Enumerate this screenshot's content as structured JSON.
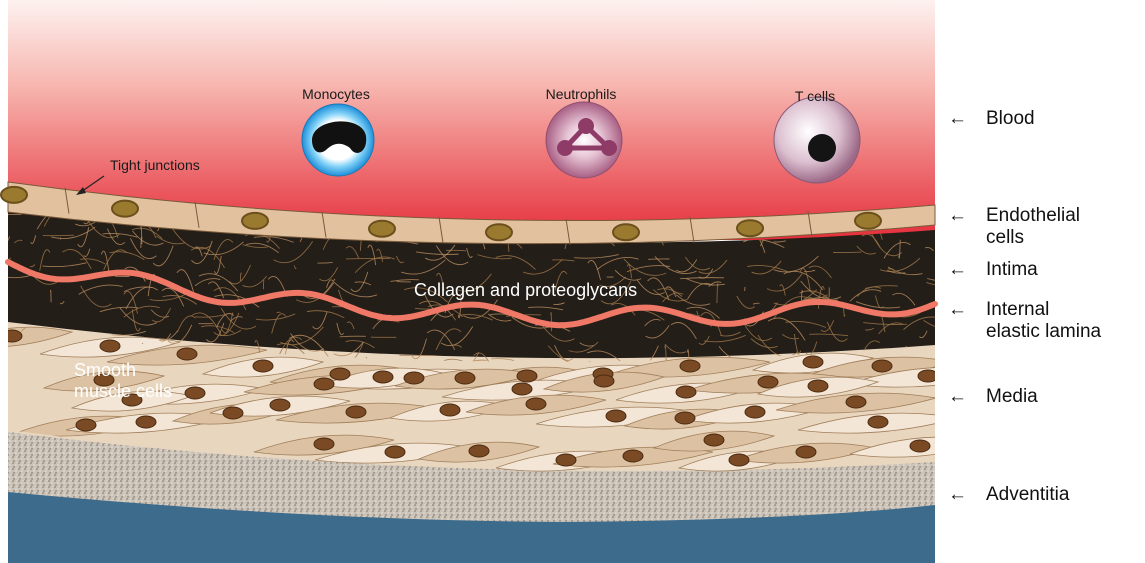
{
  "cells": {
    "monocytes": "Monocytes",
    "neutrophils": "Neutrophils",
    "t_cells": "T cells"
  },
  "annotations": {
    "tight_junctions": "Tight junctions",
    "collagen": "Collagen and proteoglycans",
    "smooth_muscle": "Smooth\nmuscle cells"
  },
  "layers": {
    "blood": "Blood",
    "endothelial": "Endothelial\ncells",
    "intima": "Intima",
    "internal_elastic": "Internal\nelastic lamina",
    "media": "Media",
    "adventitia": "Adventitia"
  },
  "arrow_glyph": "←",
  "colors": {
    "blood_top": "#fbe9e6",
    "blood_bottom": "#e8323c",
    "endothelium": "#e2c09a",
    "nucleus": "#8a6a2a",
    "intima_bg": "#231d17",
    "collagen_fiber": "#b48a5e",
    "elastic_lamina": "#f07a68",
    "media_cell": "#e6cdb0",
    "media_nucleus": "#7a4a24",
    "adventitia": "#c9c1b6",
    "outer": "#3d6b8c",
    "monocyte": "#2aa3e6",
    "neutrophil": "#c48aa6",
    "t_cell": "#d8b8c8"
  }
}
